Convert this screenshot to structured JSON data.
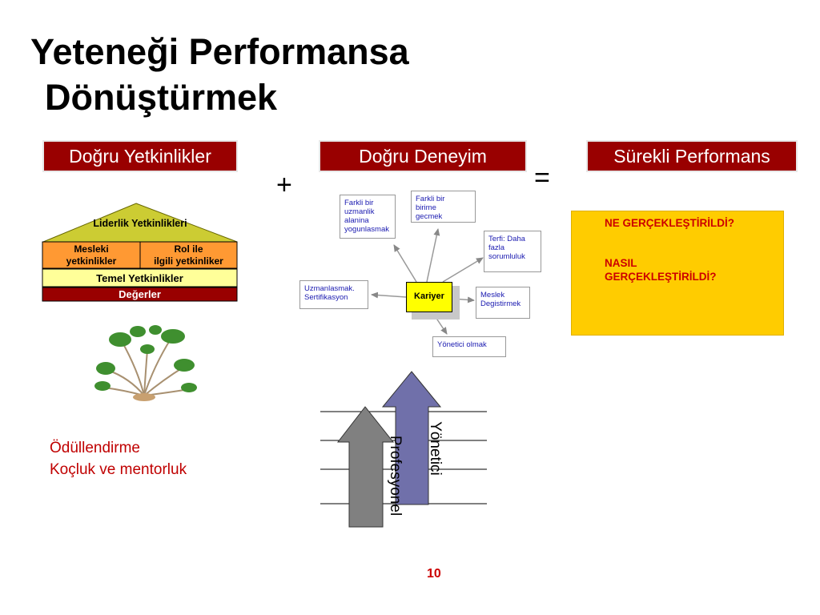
{
  "title": {
    "line1": "Yeteneği Performansa",
    "line2": "Dönüştürmek"
  },
  "headers": {
    "competencies": "Doğru Yetkinlikler",
    "experience": "Doğru Deneyim",
    "performance": "Sürekli Performans"
  },
  "operators": {
    "plus": "+",
    "equals": "="
  },
  "house": {
    "roof": "Liderlik Yetkinlikleri",
    "left_pillar": [
      "Mesleki",
      "yetkinlikler"
    ],
    "right_pillar": [
      "Rol ile",
      "ilgili yetkinliker"
    ],
    "foundation": "Temel Yetkinlikler",
    "base": "Değerler"
  },
  "career": {
    "center": "Kariyer",
    "nodes": {
      "specialize_area": [
        "Farkli bir",
        "uzmanlik",
        "alanina",
        "yogunlasmak"
      ],
      "other_unit": [
        "Farkli bir",
        "birime",
        "gecmek"
      ],
      "promotion": [
        "Terfi: Daha",
        "fazla",
        "sorumluluk"
      ],
      "certification": [
        "Uzmanlasmak.",
        "Sertifikasyon"
      ],
      "change_profession": [
        "Meslek",
        "Degistirmek"
      ],
      "manager": [
        "Yönetici olmak"
      ]
    }
  },
  "ladder": {
    "professional": "Profesyonel",
    "manager": "Yönetici"
  },
  "performance_box": {
    "q1": "NE GERÇEKLEŞTİRİLDİ?",
    "q2": [
      "NASIL",
      "GERÇEKLEŞTİRİLDİ?"
    ]
  },
  "rewards": {
    "line1": "Ödüllendirme",
    "line2": "Koçluk ve mentorluk"
  },
  "page_number": "10",
  "colors": {
    "header_bg": "#990000",
    "perf_bg": "#ffcc00",
    "house_pillar": "#ff9933",
    "house_found": "#ffff99",
    "house_roof": "#cccc33",
    "arrow_gray": "#808080",
    "arrow_purple": "#7070aa"
  }
}
